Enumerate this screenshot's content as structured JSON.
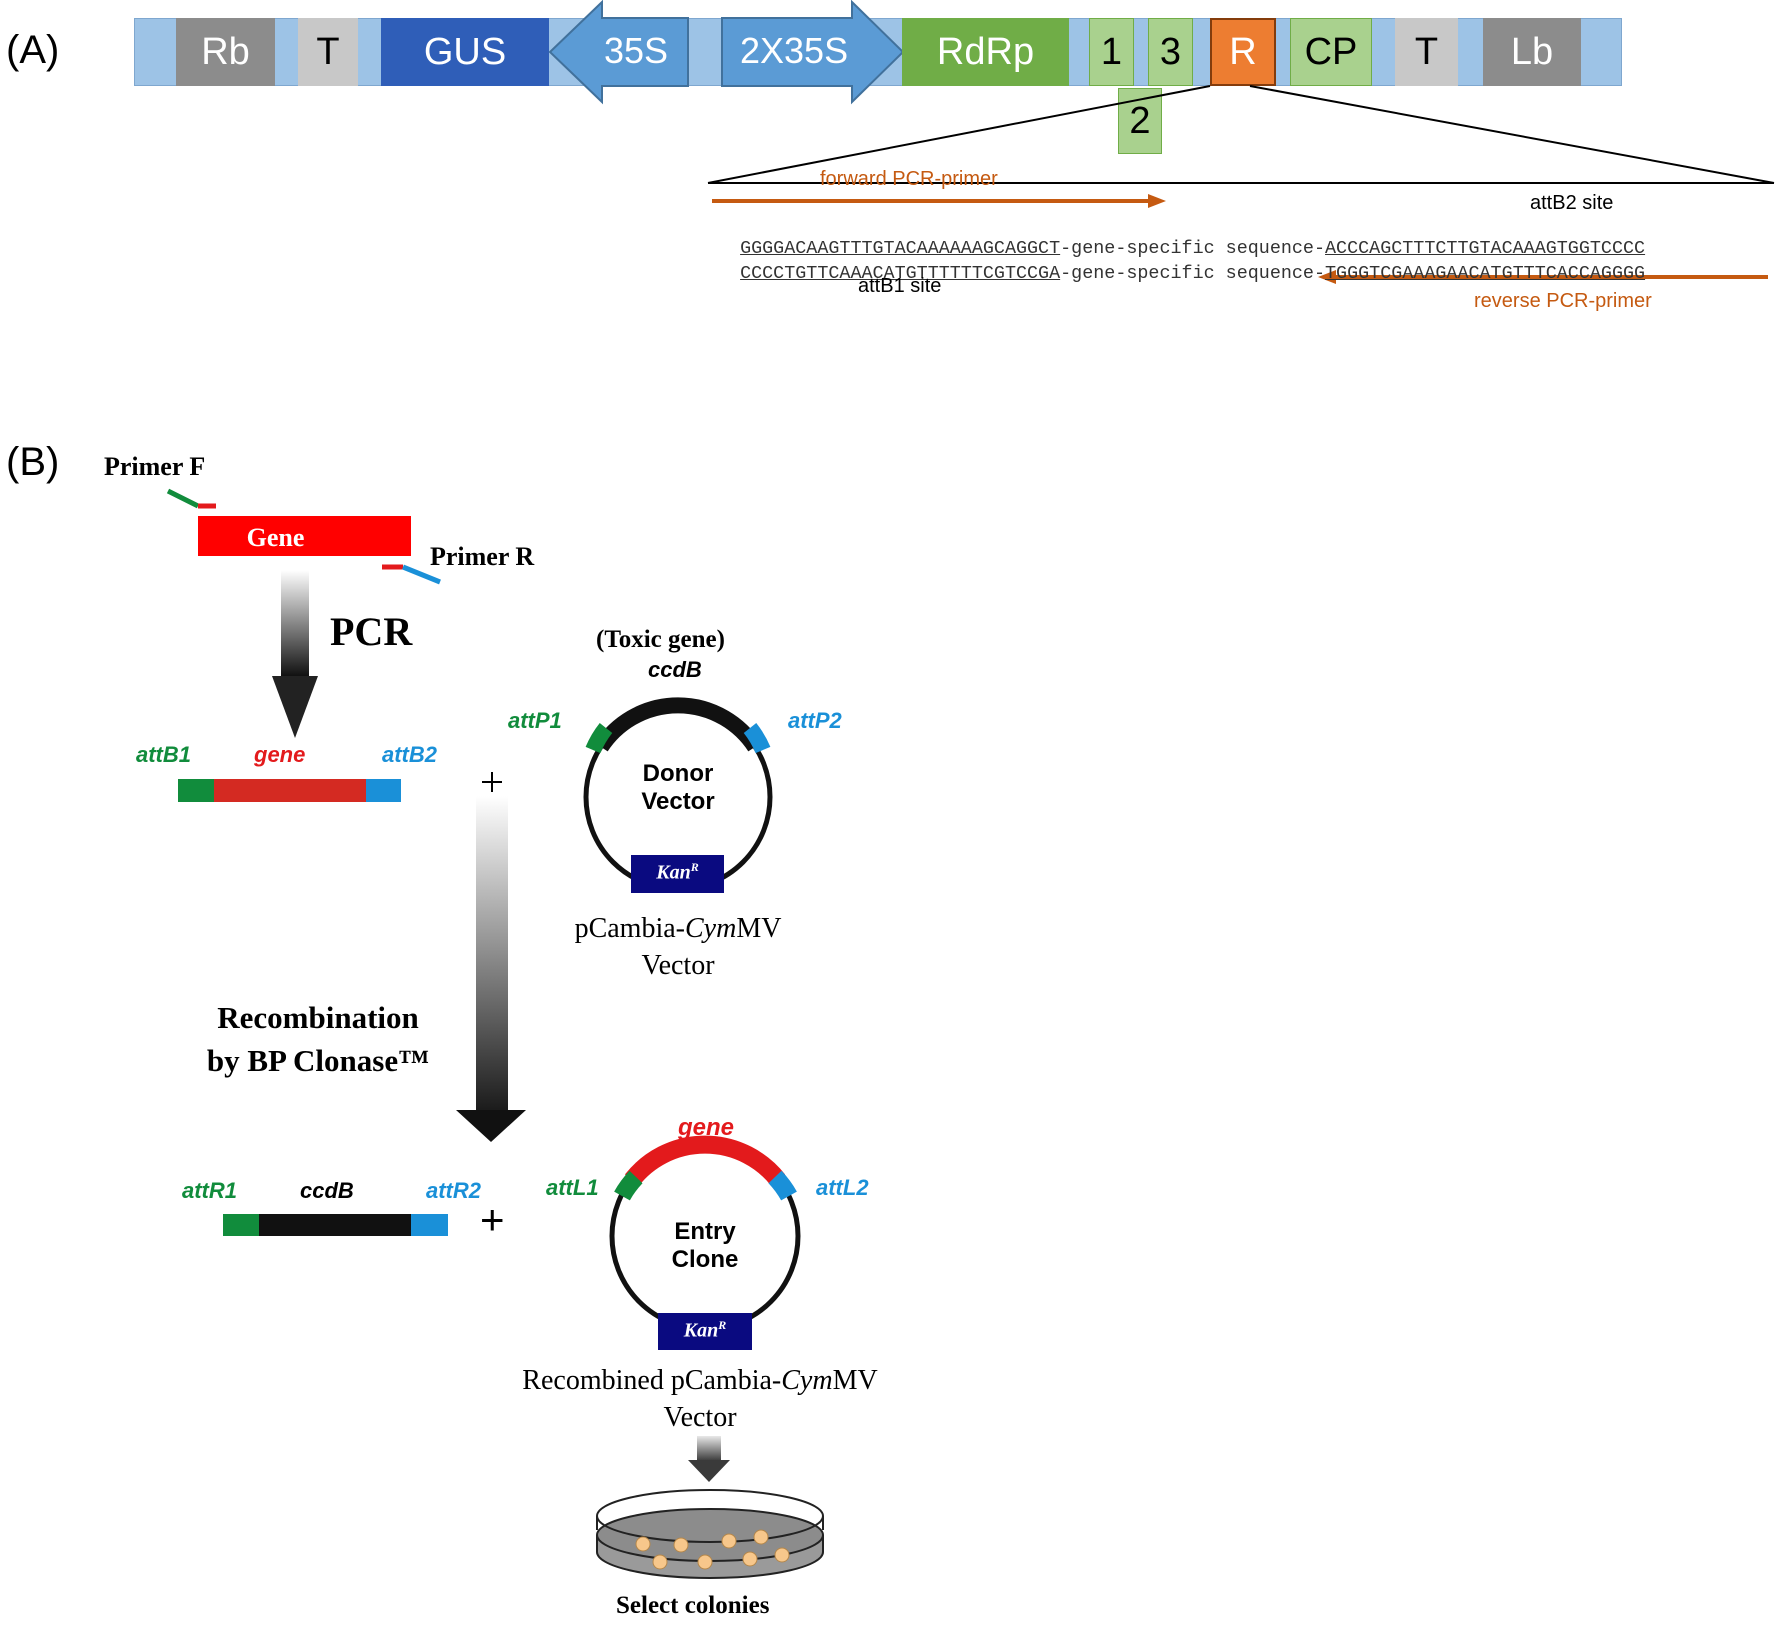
{
  "panel_a": {
    "label": "(A)",
    "segments": [
      {
        "text": "Rb",
        "color": "#8c8c8c"
      },
      {
        "text": "T",
        "color": "#c8c8c8"
      },
      {
        "text": "GUS",
        "color": "#2f5eb8"
      },
      {
        "text": "35S",
        "color": "#5b9bd5"
      },
      {
        "text": "2X35S",
        "color": "#5b9bd5"
      },
      {
        "text": "RdRp",
        "color": "#70ad47"
      },
      {
        "text": "1",
        "color": "#a9d18e"
      },
      {
        "text": "3",
        "color": "#a9d18e"
      },
      {
        "text": "R",
        "color": "#ed7d31"
      },
      {
        "text": "CP",
        "color": "#a9d18e"
      },
      {
        "text": "T",
        "color": "#c8c8c8"
      },
      {
        "text": "Lb",
        "color": "#8c8c8c"
      }
    ],
    "subgenomic_box": "2",
    "backbone_color": "#9dc3e6",
    "forward_primer": "forward PCR-primer",
    "reverse_primer": "reverse PCR-primer",
    "attb2_site": "attB2 site",
    "attb1_site": "attB1 site",
    "seq_top": {
      "attb1": "GGGGACAAGTTTGTACAAAAAAGCAGGCT",
      "middle": "-gene-specific sequence-",
      "attb2": "ACCCAGCTTTCTTGTACAAAGTGGTCCCC"
    },
    "seq_bottom": {
      "attb1": "CCCCTGTTCAAACATGTTTTTTCGTCCGA",
      "middle": "-gene-specific sequence-",
      "attb2": "TGGGTCGAAAGAACATGTTTCACCAGGGG"
    },
    "primer_color": "#c55a11"
  },
  "panel_b": {
    "label": "(B)",
    "primer_f": "Primer F",
    "primer_r": "Primer R",
    "gene_box": "Gene",
    "pcr": "PCR",
    "pcr_product": {
      "attb1": "attB1",
      "gene": "gene",
      "attb2": "attB2"
    },
    "toxic_gene": "(Toxic gene)",
    "ccdb": "ccdB",
    "attp1": "attP1",
    "attp2": "attP2",
    "donor_vector": [
      "Donor",
      "Vector"
    ],
    "kan": "Kan",
    "kan_sup": "R",
    "pcambia_vector": {
      "prefix": "pCambia-",
      "italic": "Cym",
      "suffix": "MV",
      "line2": "Vector"
    },
    "recombination": [
      "Recombination",
      "by BP Clonase™"
    ],
    "byproduct": {
      "attr1": "attR1",
      "ccdb": "ccdB",
      "attr2": "attR2"
    },
    "plus": "+",
    "entry": {
      "gene": "gene",
      "attl1": "attL1",
      "attl2": "attL2",
      "label": [
        "Entry",
        "Clone"
      ]
    },
    "recombined_vector": {
      "prefix": "Recombined pCambia-",
      "italic": "Cym",
      "suffix": "MV",
      "line2": "Vector"
    },
    "select_colonies": "Select colonies",
    "colors": {
      "green": "#118c3c",
      "blue": "#1a90d8",
      "red": "#e31a1c",
      "navy": "#0a0a80",
      "black": "#111111"
    }
  }
}
